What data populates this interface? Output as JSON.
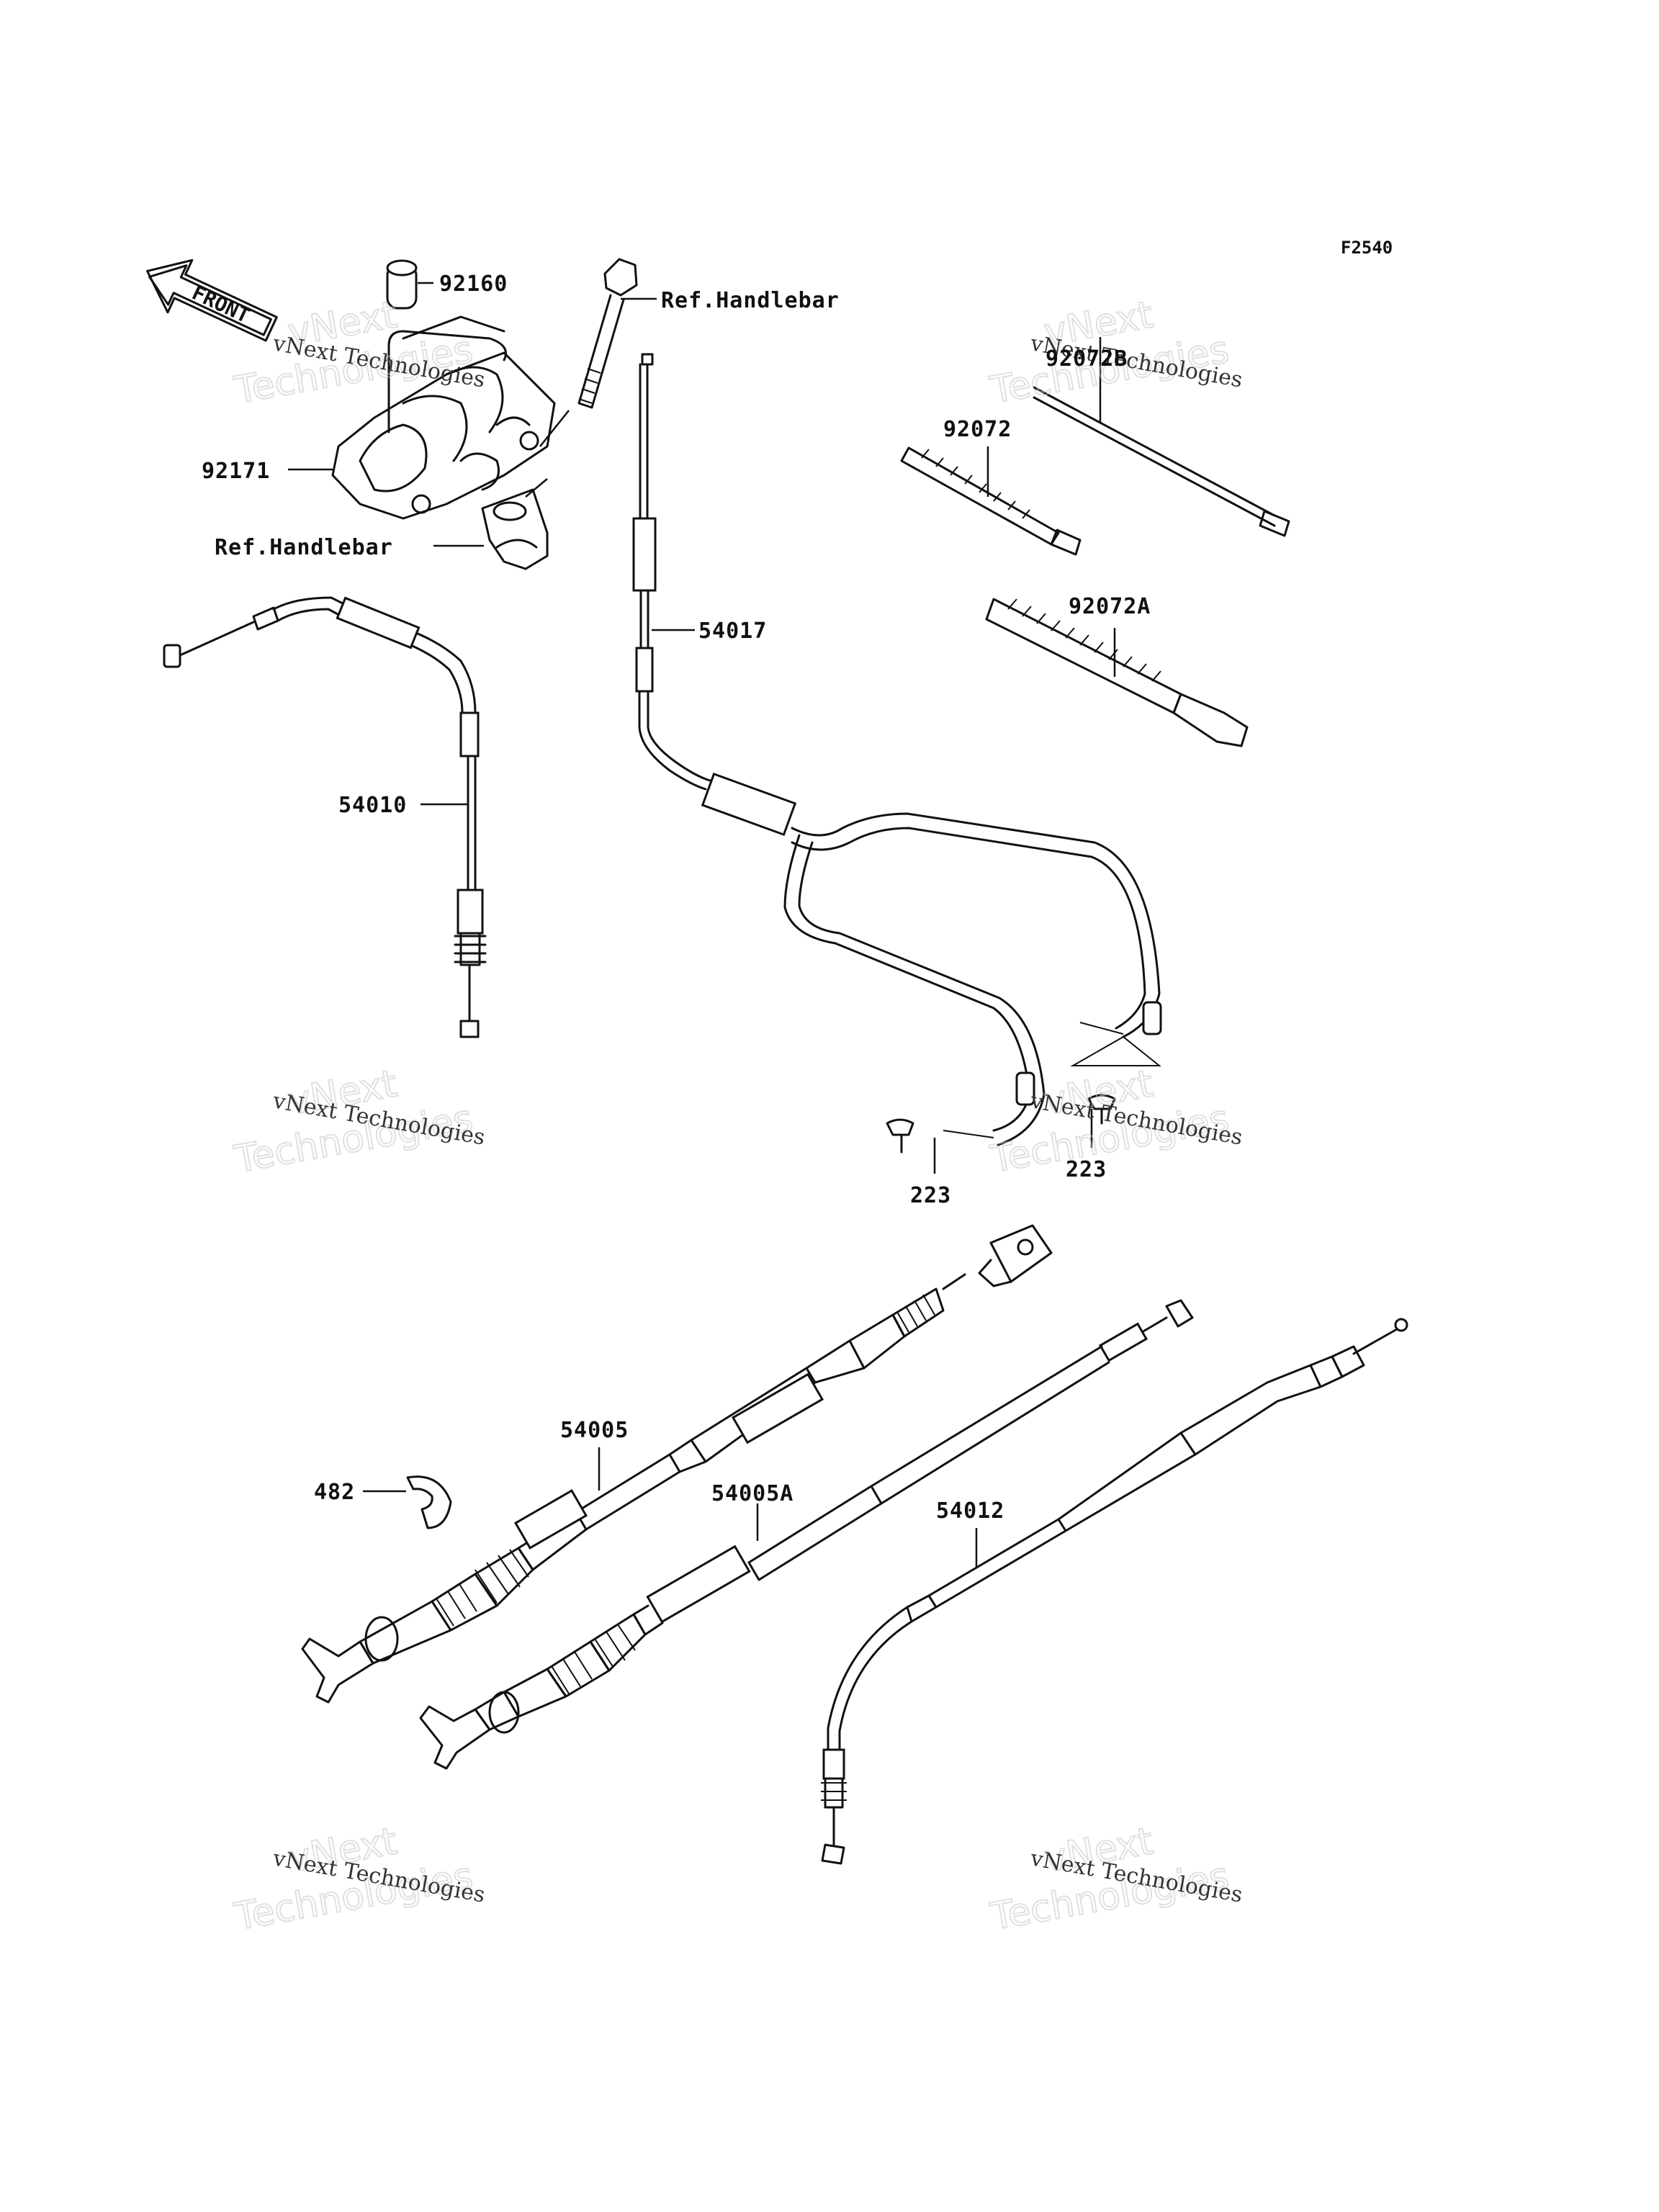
{
  "diagram_code": "F2540",
  "front_arrow_label": "FRONT",
  "watermark": {
    "line1": "vNext Technologies",
    "line2": "Technologies",
    "line3": "vNext"
  },
  "labels": [
    {
      "id": "92160",
      "text": "92160"
    },
    {
      "id": "ref-handlebar-1",
      "text": "Ref.Handlebar"
    },
    {
      "id": "92171",
      "text": "92171"
    },
    {
      "id": "ref-handlebar-2",
      "text": "Ref.Handlebar"
    },
    {
      "id": "54010",
      "text": "54010"
    },
    {
      "id": "54017",
      "text": "54017"
    },
    {
      "id": "92072B",
      "text": "92072B"
    },
    {
      "id": "92072",
      "text": "92072"
    },
    {
      "id": "92072A",
      "text": "92072A"
    },
    {
      "id": "223-left",
      "text": "223"
    },
    {
      "id": "223-right",
      "text": "223"
    },
    {
      "id": "54005",
      "text": "54005"
    },
    {
      "id": "482",
      "text": "482"
    },
    {
      "id": "54005A",
      "text": "54005A"
    },
    {
      "id": "54012",
      "text": "54012"
    }
  ]
}
